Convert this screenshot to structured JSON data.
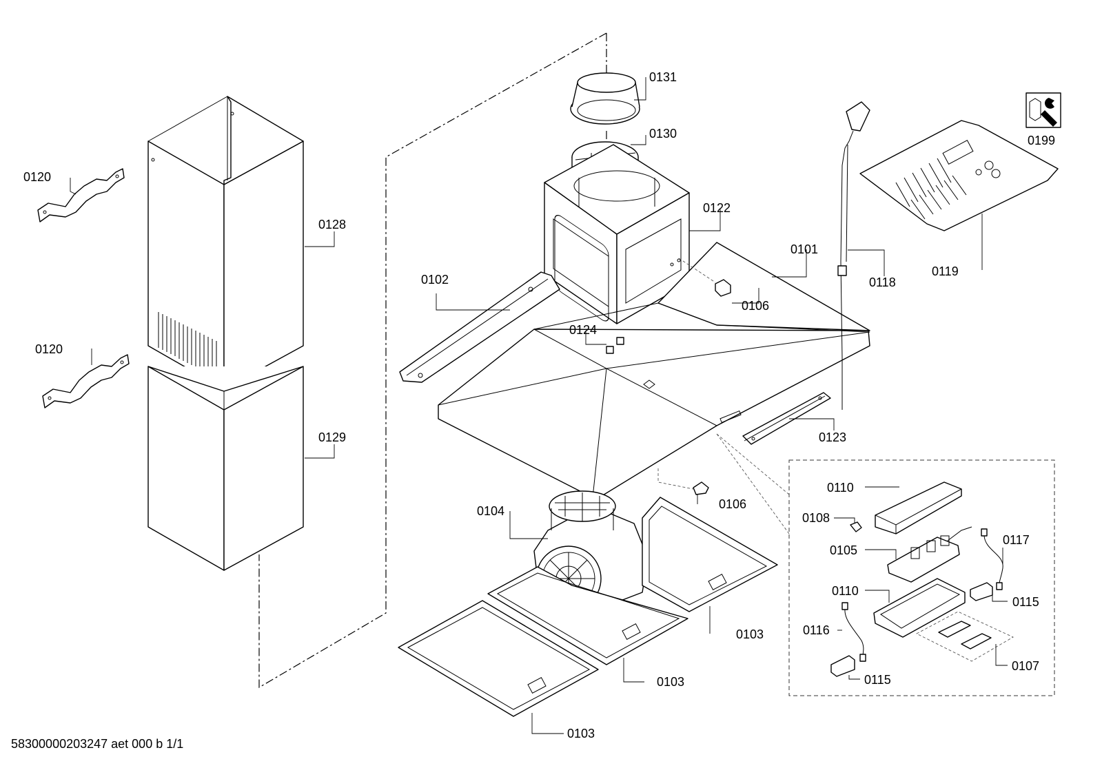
{
  "labels": {
    "p0131": "0131",
    "p0130": "0130",
    "p0122": "0122",
    "p0101": "0101",
    "p0102": "0102",
    "p0106a": "0106",
    "p0106b": "0106",
    "p0124": "0124",
    "p0123": "0123",
    "p0118": "0118",
    "p0119": "0119",
    "p0199": "0199",
    "p0120a": "0120",
    "p0120b": "0120",
    "p0128": "0128",
    "p0129": "0129",
    "p0104": "0104",
    "p0103a": "0103",
    "p0103b": "0103",
    "p0103c": "0103",
    "p0110a": "0110",
    "p0110b": "0110",
    "p0108": "0108",
    "p0105": "0105",
    "p0117": "0117",
    "p0115a": "0115",
    "p0115b": "0115",
    "p0116": "0116",
    "p0107": "0107"
  },
  "footer": "58300000203247 aet 000 b 1/1",
  "icons": [
    "service-wrench-icon"
  ],
  "colors": {
    "line": "#000000",
    "background": "#ffffff"
  }
}
